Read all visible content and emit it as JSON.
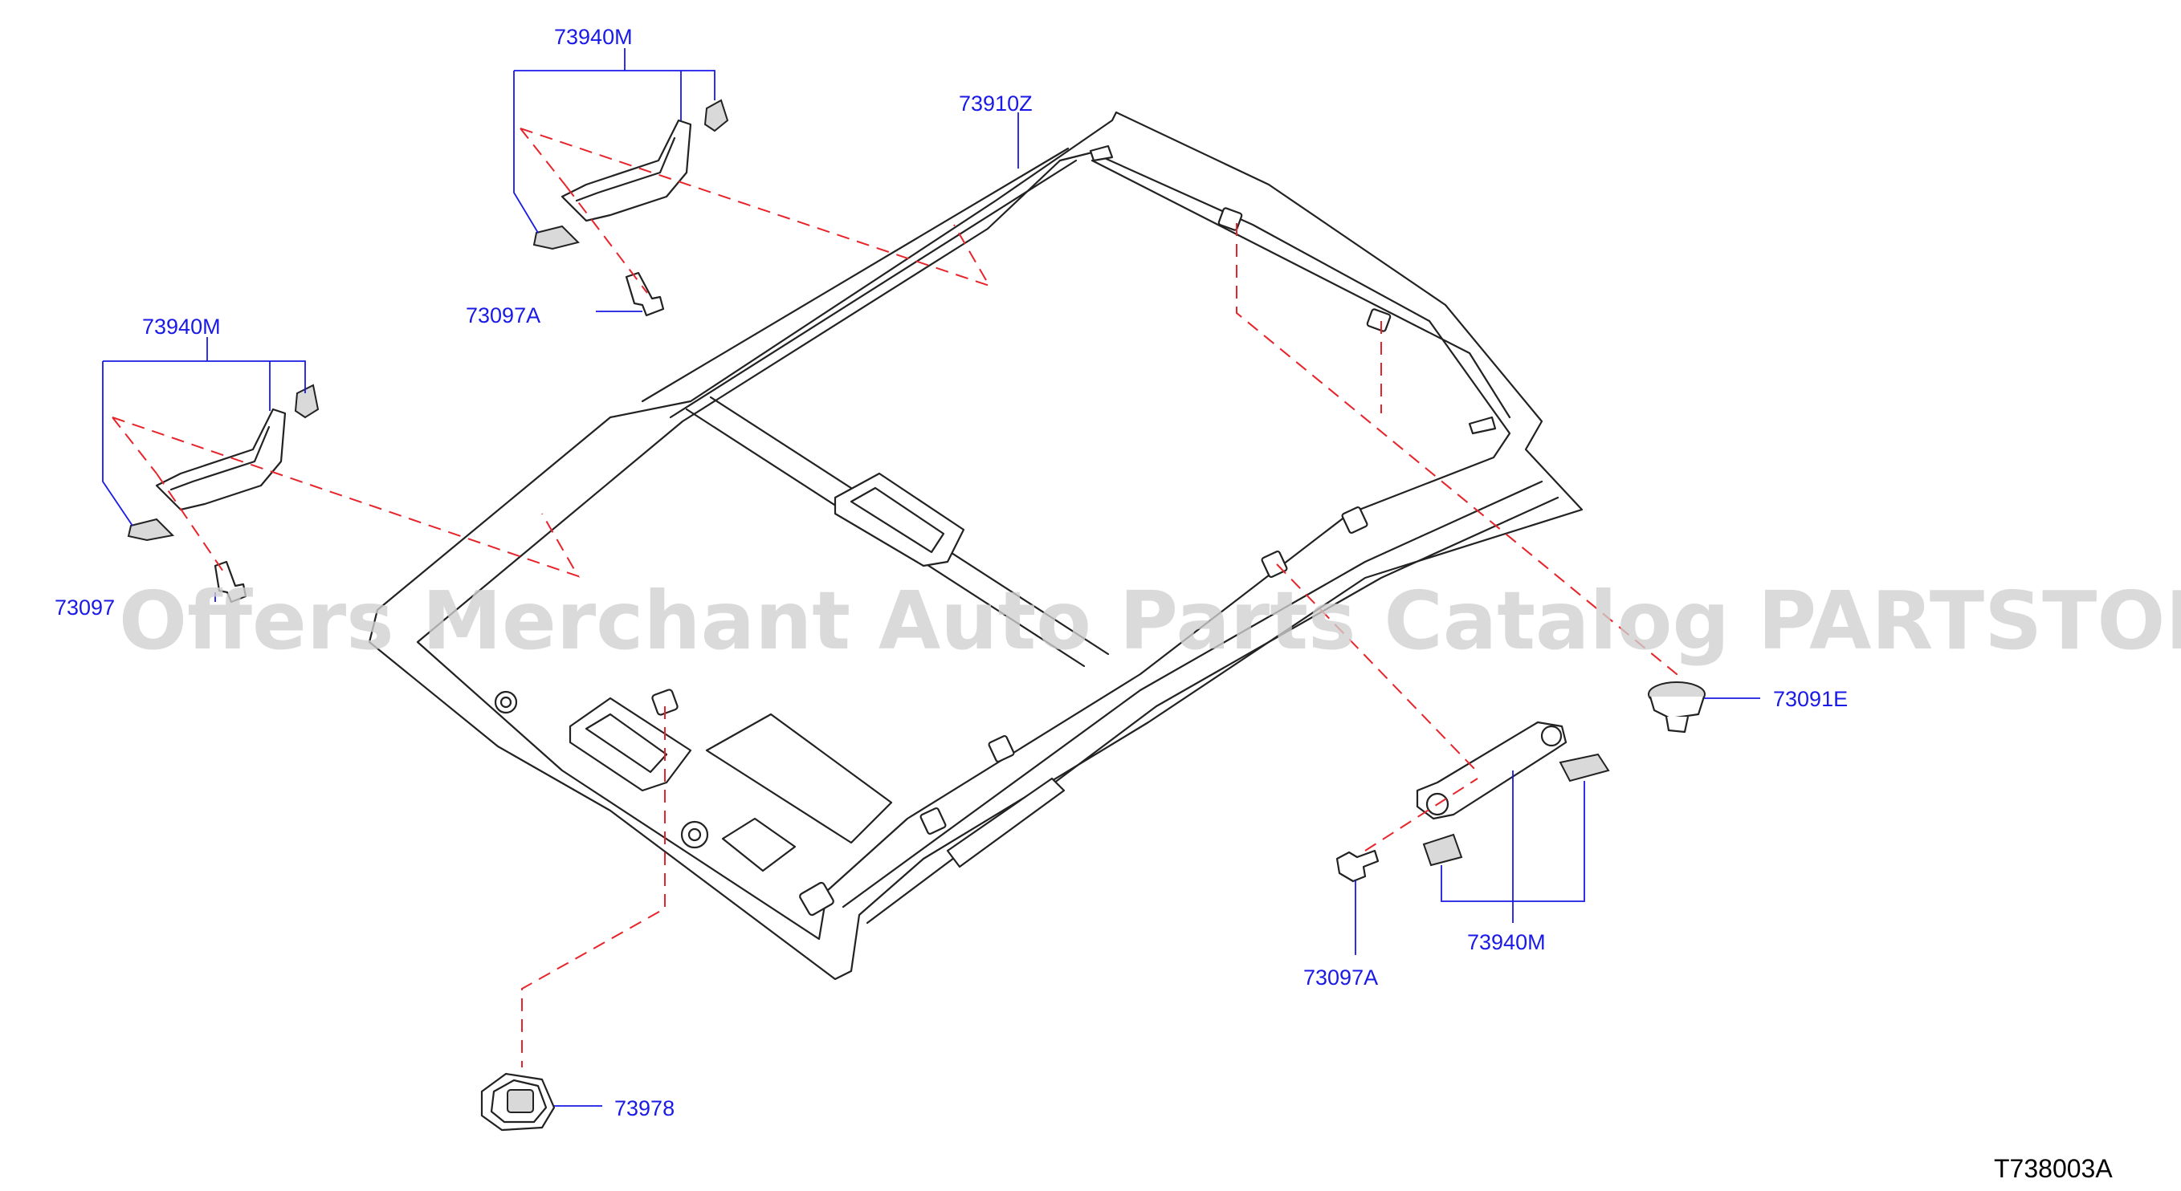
{
  "diagram": {
    "labels": [
      {
        "id": "l1",
        "text": "73940M"
      },
      {
        "id": "l2",
        "text": "73910Z"
      },
      {
        "id": "l3",
        "text": "73097A"
      },
      {
        "id": "l4",
        "text": "73940M"
      },
      {
        "id": "l5",
        "text": "73097"
      },
      {
        "id": "l6",
        "text": "73091E"
      },
      {
        "id": "l7",
        "text": "73097A"
      },
      {
        "id": "l8",
        "text": "73940M"
      },
      {
        "id": "l9",
        "text": "73978"
      }
    ],
    "code": "T738003A",
    "watermark": "Offers Merchant Auto Parts Catalog PARTSTORE.SA"
  }
}
